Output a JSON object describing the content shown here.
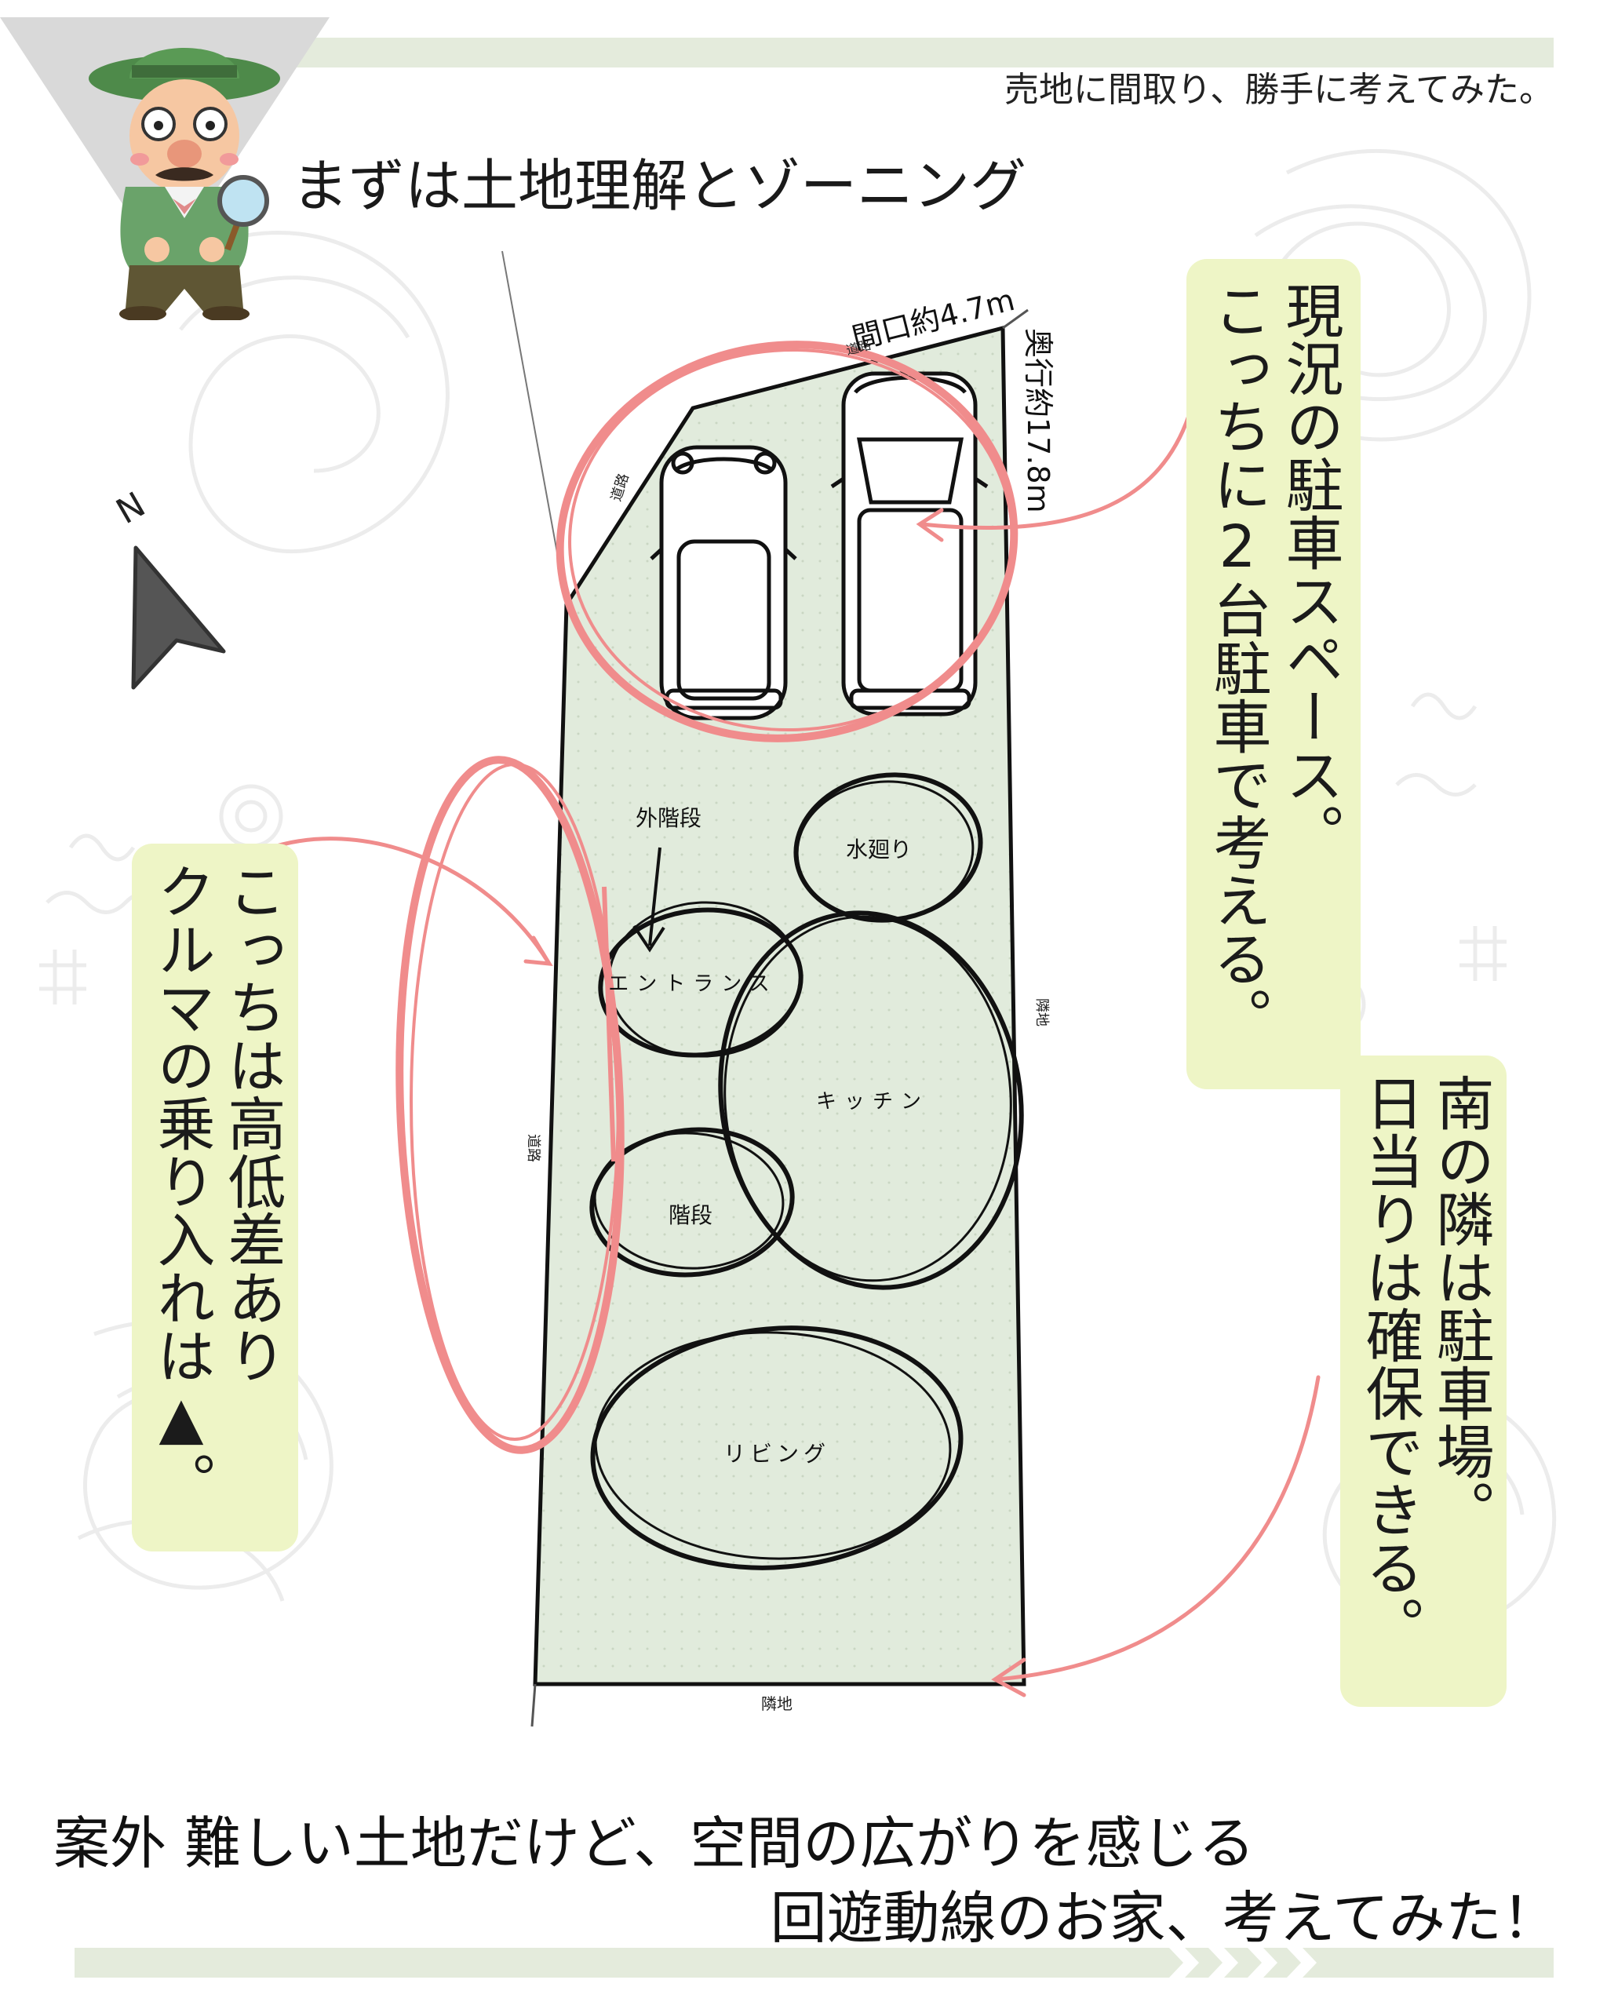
{
  "header": {
    "subtitle": "売地に間取り、勝手に考えてみた。",
    "title": "まずは土地理解とゾーニング"
  },
  "compass": {
    "label": "N"
  },
  "site": {
    "frontage": "間口約4.7m",
    "depth": "奥行約17.8m",
    "road_label": "道路",
    "neighbor_label": "隣地"
  },
  "zones": {
    "outer_stairs": "外階段",
    "water": "水廻り",
    "entrance": "エントランス",
    "kitchen": "キッチン",
    "stairs": "階段",
    "living": "リビング"
  },
  "notes": {
    "parking": [
      "現況の駐車スペース。",
      "こっちに2台駐車で考える。"
    ],
    "height": [
      "こっちは高低差あり",
      "クルマの乗り入れは▲。"
    ],
    "south": [
      "南の隣は駐車場。",
      "日当りは確保できる。"
    ]
  },
  "footer": {
    "line1": "案外 難しい土地だけど、空間の広がりを感じる",
    "line2": "回遊動線のお家、考えてみた！"
  },
  "colors": {
    "stripe": "#e4ebdc",
    "note_bg": "#eef5c6",
    "site_fill": "#e1ebdc",
    "accent_red": "#f08c8c"
  }
}
